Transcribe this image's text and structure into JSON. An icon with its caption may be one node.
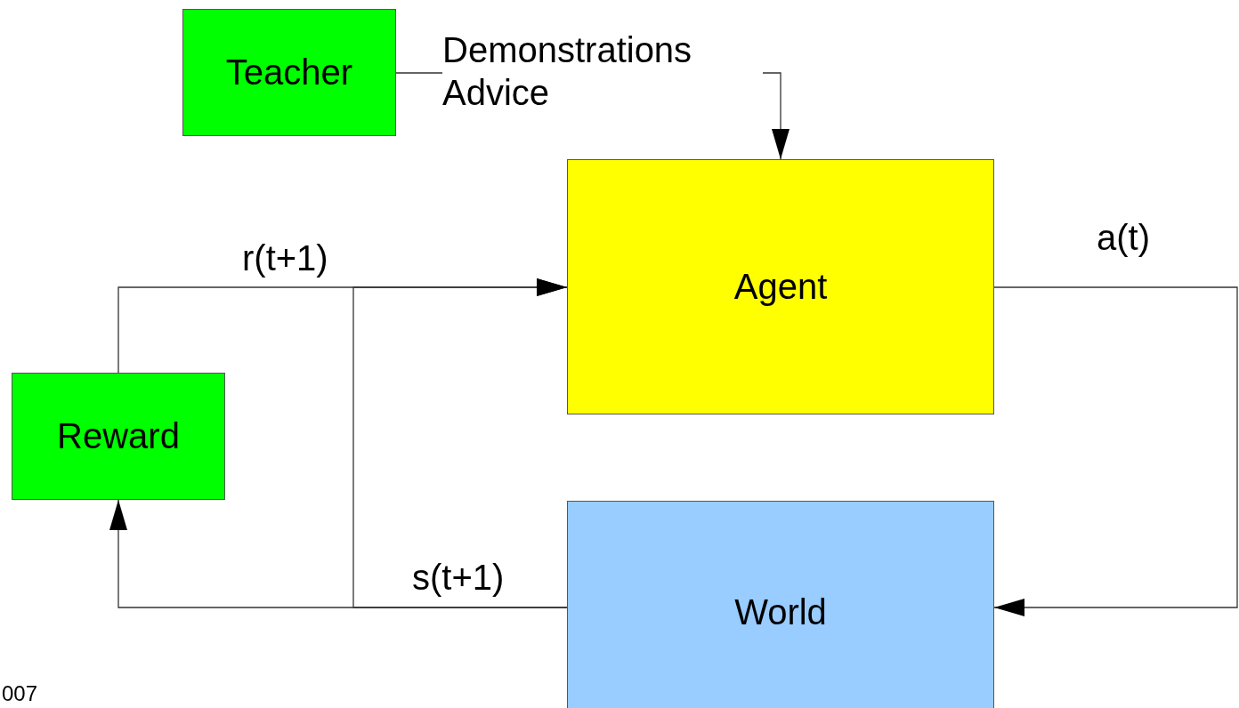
{
  "diagram": {
    "nodes": [
      {
        "text": [
          "Teacher"
        ]
      },
      {
        "text": [
          "Agent"
        ]
      },
      {
        "text": [
          "Reward"
        ]
      },
      {
        "text": [
          "World"
        ]
      }
    ],
    "edges": [
      {
        "from": 0,
        "to": 1,
        "arrow": "to",
        "label": "Demonstrations Advice"
      },
      {
        "from": 2,
        "to": 1,
        "arrow": "to",
        "label": "r(t+1)"
      },
      {
        "from": 1,
        "to": 3,
        "arrow": "to",
        "label": "a(t)"
      },
      {
        "from": 3,
        "to": 2,
        "arrow": "to",
        "label": "s(t+1)"
      },
      {
        "from": 3,
        "to": 1,
        "arrow": "to"
      }
    ],
    "labels": [
      "007"
    ]
  }
}
